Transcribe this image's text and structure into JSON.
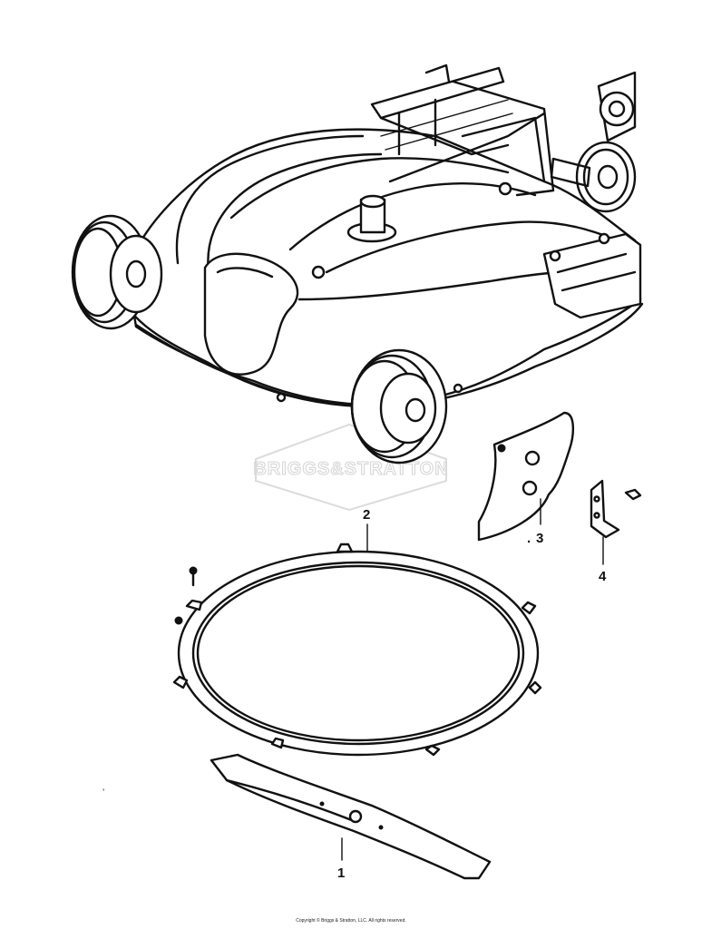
{
  "callouts": [
    {
      "id": "1",
      "label": "1"
    },
    {
      "id": "2",
      "label": "2"
    },
    {
      "id": "3",
      "label": "3"
    },
    {
      "id": "4",
      "label": "4"
    }
  ],
  "watermark": "BRIGGS&STRATTON",
  "stray_mark": "ʼ",
  "copyright": "Copyright © Briggs & Stratton, LLC. All rights reserved."
}
